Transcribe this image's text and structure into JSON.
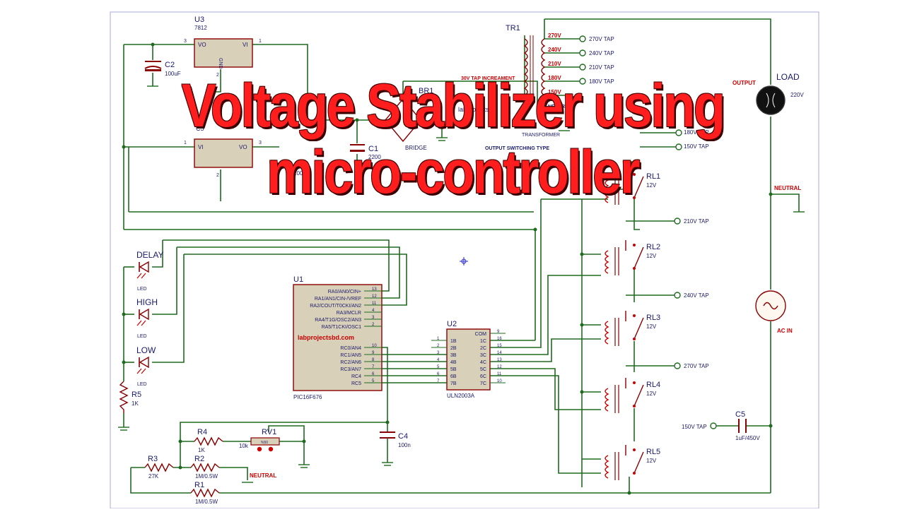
{
  "title": {
    "line1": "Voltage Stabilizer using",
    "line2": "micro-controller"
  },
  "colors": {
    "wire": "#1f6b1f",
    "component": "#8b0000",
    "text": "#1a1a6e",
    "chip_fill": "#d8d0b8",
    "netlabel": "#cc0000",
    "headline": "#ff1d1d",
    "border": "#a9a9d6"
  },
  "components": {
    "U3": {
      "ref": "U3",
      "value": "7812",
      "pin_vo": "VO",
      "pin_vi": "VI",
      "pin_gnd": "GND",
      "pin3": "3",
      "pin1": "1",
      "pin2": "2"
    },
    "U4": {
      "ref": "U4",
      "pin_vo": "VO",
      "pin_vi": "VI",
      "pin1": "1",
      "pin2": "2",
      "pin3": "3",
      "value_partial": "C5"
    },
    "C2": {
      "ref": "C2",
      "value": "100uF"
    },
    "C1": {
      "ref": "C1",
      "value": "2200"
    },
    "C3": {
      "value": "100uF"
    },
    "BR1": {
      "ref": "BR1",
      "label": "BRIDGE"
    },
    "TR1": {
      "ref": "TR1",
      "increment": "30V TAP INCREAMENT",
      "taps": [
        "270V",
        "240V",
        "210V",
        "180V",
        "150V"
      ],
      "neutral": "NEUTR",
      "transformer": "TRANSFORMER"
    },
    "tap_terminals": [
      "270V TAP",
      "240V TAP",
      "210V TAP",
      "180V TAP",
      "180V TAP",
      "150V TAP"
    ],
    "relay_taps": [
      "210V TAP",
      "240V TAP",
      "270V TAP"
    ],
    "switching_label": "OUTPUT SWITCHING TYPE",
    "site_partial": "labprojects",
    "LOAD": {
      "ref": "LOAD",
      "value": "220V",
      "label": "OUTPUT"
    },
    "NEUTRAL": "NEUTRAL",
    "ACIN": {
      "label": "AC IN"
    },
    "relays": [
      {
        "ref": "RL1",
        "value": "12V"
      },
      {
        "ref": "RL2",
        "value": "12V"
      },
      {
        "ref": "RL3",
        "value": "12V"
      },
      {
        "ref": "RL4",
        "value": "12V"
      },
      {
        "ref": "RL5",
        "value": "12V"
      }
    ],
    "leds": [
      {
        "ref": "DELAY",
        "type": "LED"
      },
      {
        "ref": "HIGH",
        "type": "LED"
      },
      {
        "ref": "LOW",
        "type": "LED"
      }
    ],
    "R5": {
      "ref": "R5",
      "value": "1K"
    },
    "U1": {
      "ref": "U1",
      "part": "PIC16F676",
      "brand": "labprojectsbd.com",
      "left_pins": [
        {
          "name": "RA0/AN0/CIN+",
          "num": "13"
        },
        {
          "name": "RA1/AN1/CIN-/VREF",
          "num": "12"
        },
        {
          "name": "RA2/COUT/T0CKI/AN2",
          "num": "11"
        },
        {
          "name": "RA3/MCLR",
          "num": "4"
        },
        {
          "name": "RA4/T1G/OSC2/AN3",
          "num": "3"
        },
        {
          "name": "RA5/T1CKI/OSC1",
          "num": "2"
        }
      ],
      "right_pins": [
        {
          "name": "RC0/AN4",
          "num": "10"
        },
        {
          "name": "RC1/AN5",
          "num": "9"
        },
        {
          "name": "RC2/AN6",
          "num": "8"
        },
        {
          "name": "RC3/AN7",
          "num": "7"
        },
        {
          "name": "RC4",
          "num": "6"
        },
        {
          "name": "RC5",
          "num": "5"
        }
      ]
    },
    "U2": {
      "ref": "U2",
      "part": "ULN2003A",
      "in_pins": [
        {
          "name": "1B",
          "num": "1"
        },
        {
          "name": "2B",
          "num": "2"
        },
        {
          "name": "3B",
          "num": "3"
        },
        {
          "name": "4B",
          "num": "4"
        },
        {
          "name": "5B",
          "num": "5"
        },
        {
          "name": "6B",
          "num": "6"
        },
        {
          "name": "7B",
          "num": "7"
        }
      ],
      "out_pins": [
        {
          "name": "COM",
          "num": "9"
        },
        {
          "name": "1C",
          "num": "16"
        },
        {
          "name": "2C",
          "num": "15"
        },
        {
          "name": "3C",
          "num": "14"
        },
        {
          "name": "4C",
          "num": "13"
        },
        {
          "name": "5C",
          "num": "12"
        },
        {
          "name": "6C",
          "num": "11"
        },
        {
          "name": "7C",
          "num": "10"
        }
      ]
    },
    "C4": {
      "ref": "C4",
      "value": "100n"
    },
    "R4": {
      "ref": "R4",
      "value": "1K"
    },
    "RV1": {
      "ref": "RV1",
      "value": "10k",
      "mark": "%50"
    },
    "R3": {
      "ref": "R3",
      "value": "27K"
    },
    "R2": {
      "ref": "R2",
      "value": "1M/0.5W"
    },
    "R1": {
      "ref": "R1",
      "value": "1M/0.5W"
    },
    "neutral_bottom": "NEUTRAL",
    "C5": {
      "ref": "C5",
      "value": "1uF/450V",
      "tap": "150V TAP"
    }
  }
}
